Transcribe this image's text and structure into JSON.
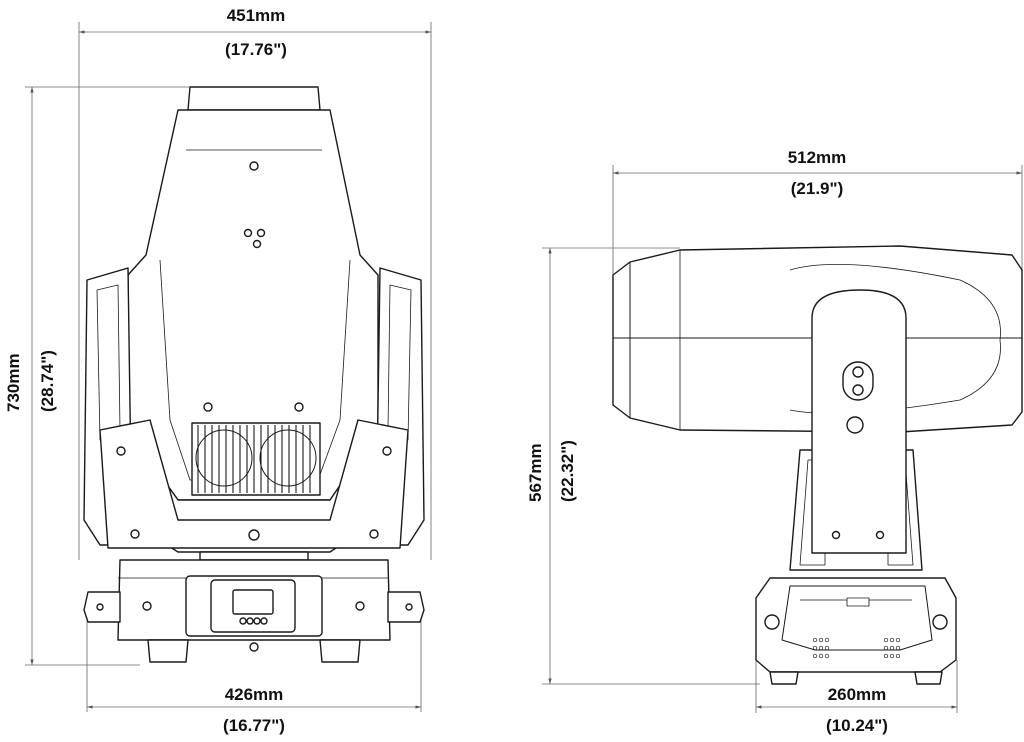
{
  "front_view": {
    "width_top": {
      "mm": "451mm",
      "inch": "(17.76\")"
    },
    "height": {
      "mm": "730mm",
      "inch": "(28.74\")"
    },
    "width_base": {
      "mm": "426mm",
      "inch": "(16.77\")"
    }
  },
  "side_view": {
    "width_top": {
      "mm": "512mm",
      "inch": "(21.9\")"
    },
    "height": {
      "mm": "567mm",
      "inch": "(22.32\")"
    },
    "width_base": {
      "mm": "260mm",
      "inch": "(10.24\")"
    }
  },
  "colors": {
    "line": "#1a1a1a",
    "dim_line": "#555555",
    "fill": "#ffffff"
  }
}
